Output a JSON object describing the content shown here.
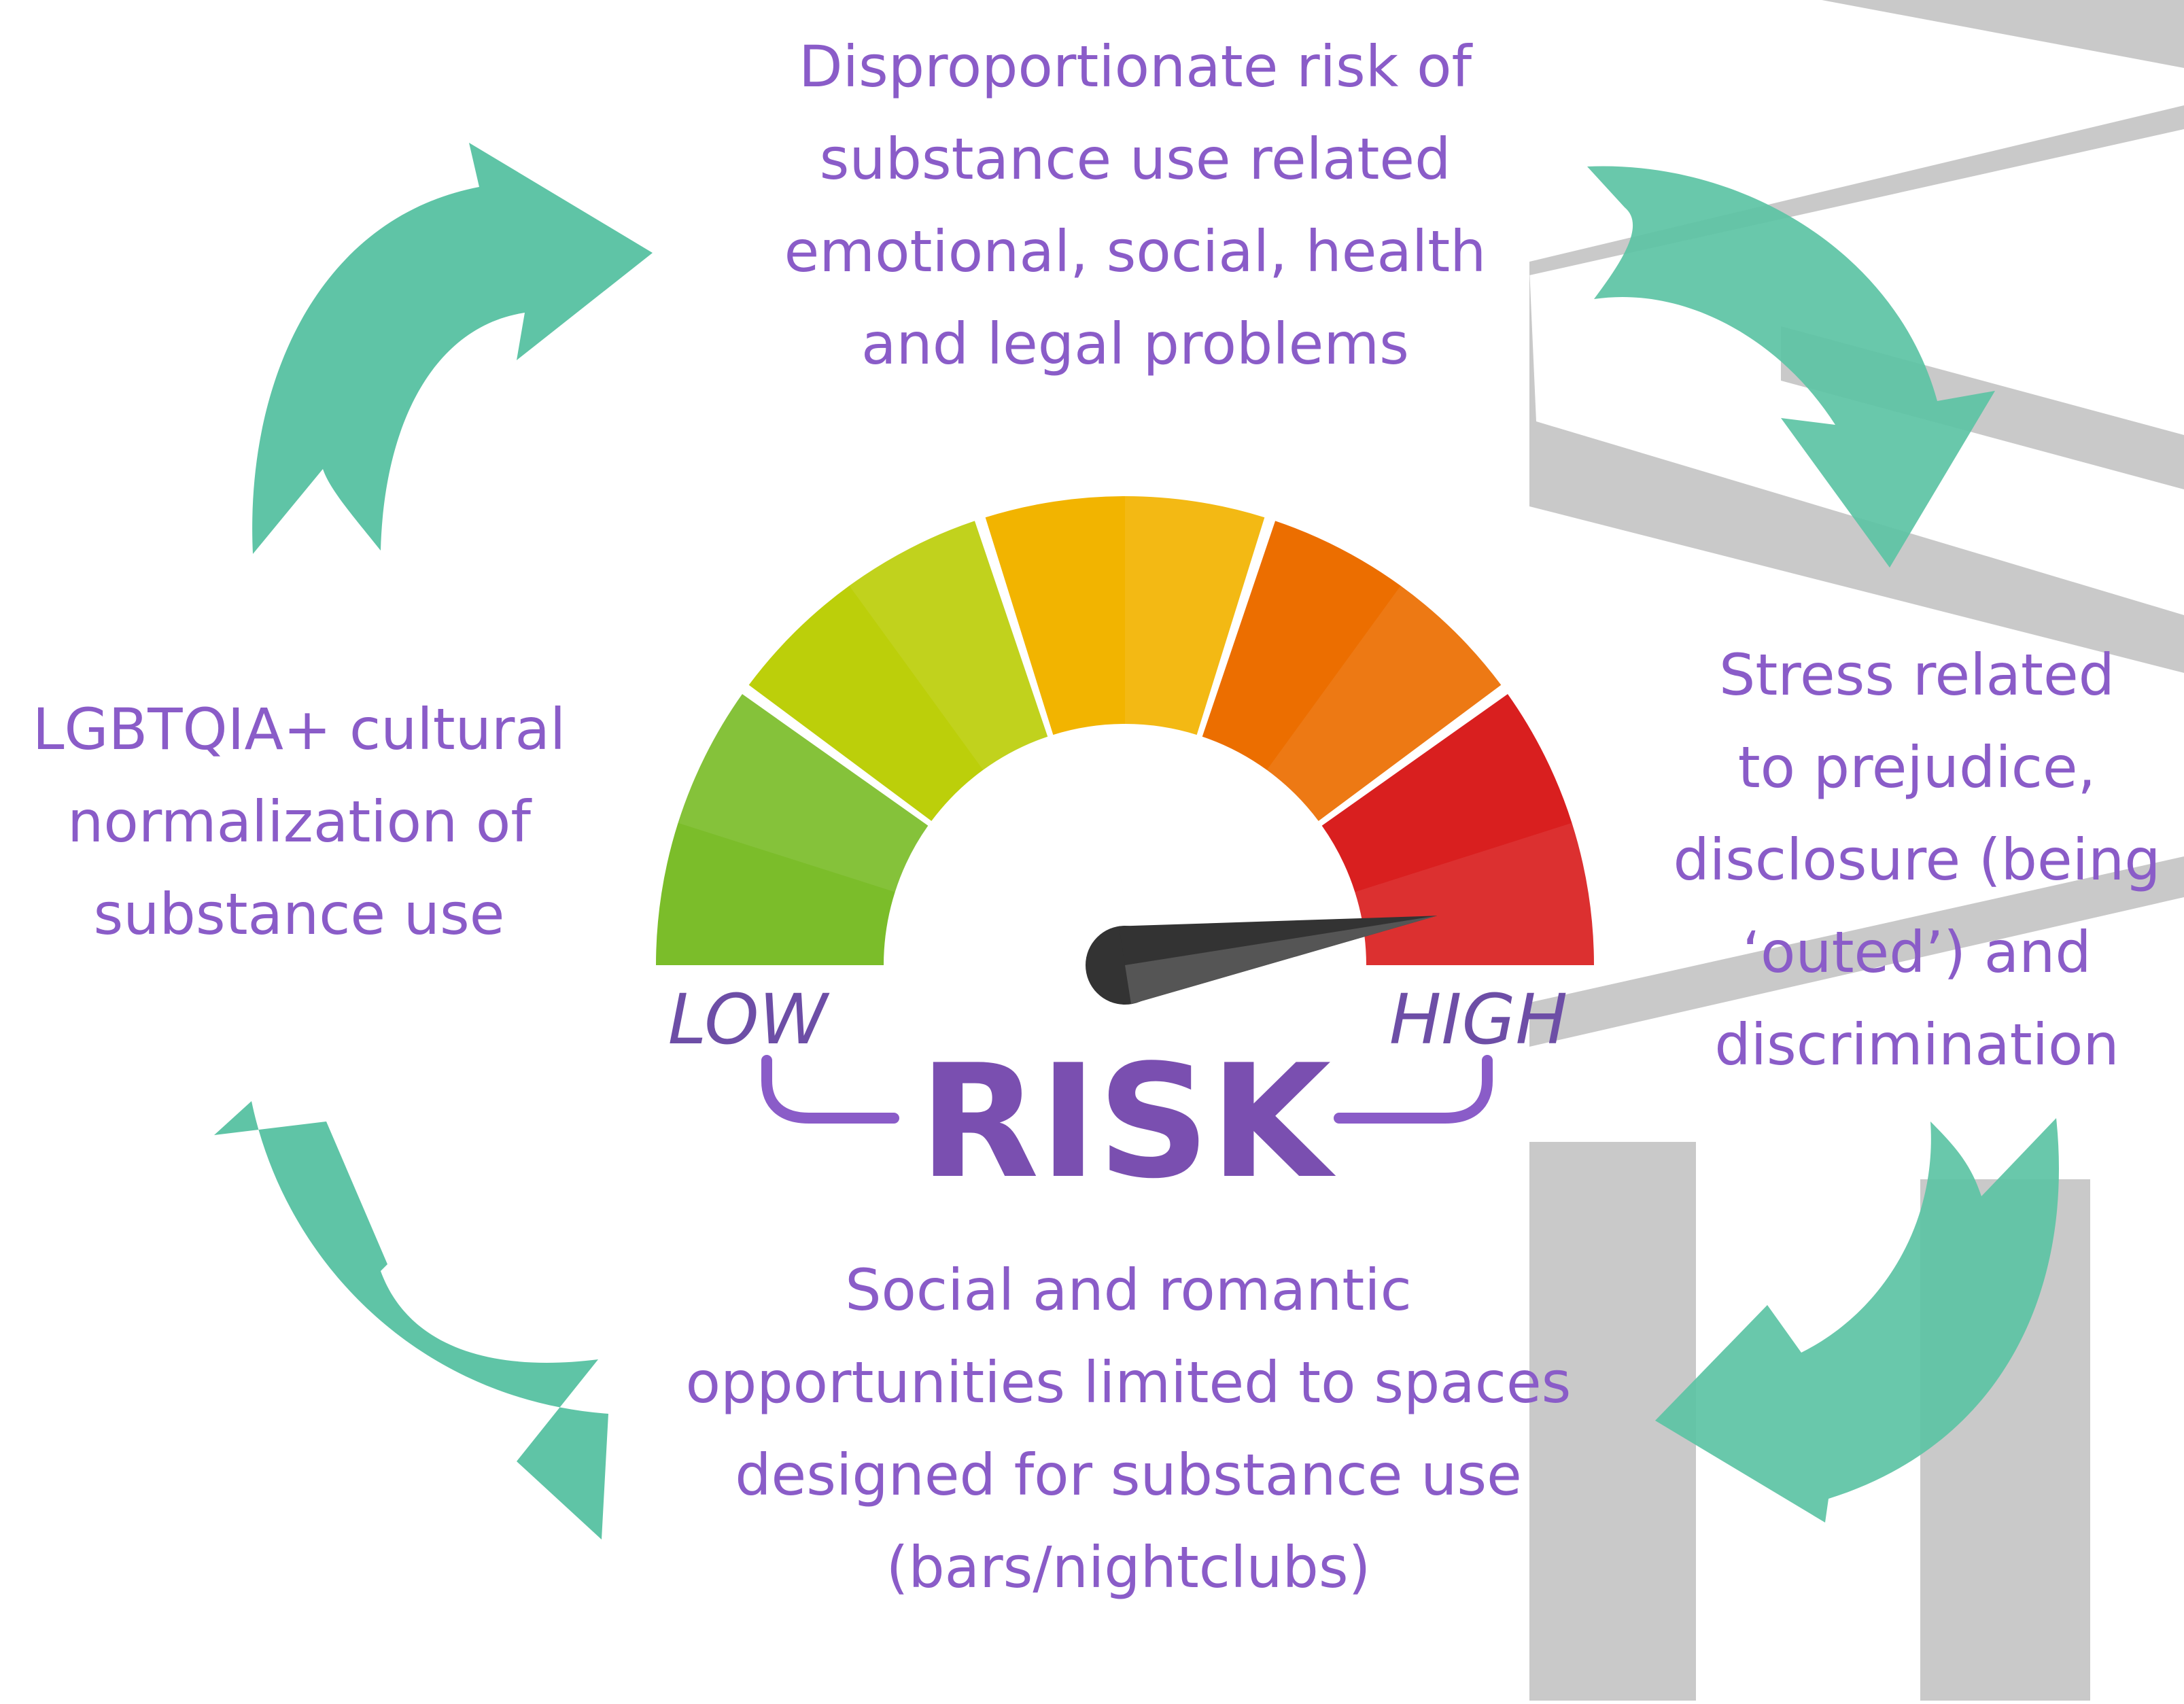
{
  "gauge": {
    "low_label": "LOW",
    "high_label": "HIGH",
    "title": "RISK",
    "needle_level": 0.95,
    "segment_colors": [
      "#7bbd2a",
      "#bccf0a",
      "#f2b400",
      "#ec6e00",
      "#d91f1f"
    ]
  },
  "captions": {
    "top": [
      "Disproportionate risk of",
      "substance use related",
      "emotional, social, health",
      "and legal problems"
    ],
    "left": [
      "LGBTQIA+ cultural",
      "normalization of",
      "substance use"
    ],
    "right": [
      "Stress related",
      "to prejudice,",
      "disclosure (being",
      "‘outed’) and",
      "discrimination"
    ],
    "bottom": [
      "Social and romantic",
      "opportunities limited to spaces",
      "designed for substance use",
      "(bars/nightclubs)"
    ]
  },
  "colors": {
    "text_purple": "#8a5cc8",
    "risk_purple": "#7a4fb0",
    "arrow_teal": "#5cc3a4",
    "watermark_gray": "#c9c9c9",
    "needle_dark": "#333333"
  },
  "arrows": [
    "arrow-top-left-icon",
    "arrow-top-right-icon",
    "arrow-bottom-right-icon",
    "arrow-bottom-left-icon"
  ]
}
